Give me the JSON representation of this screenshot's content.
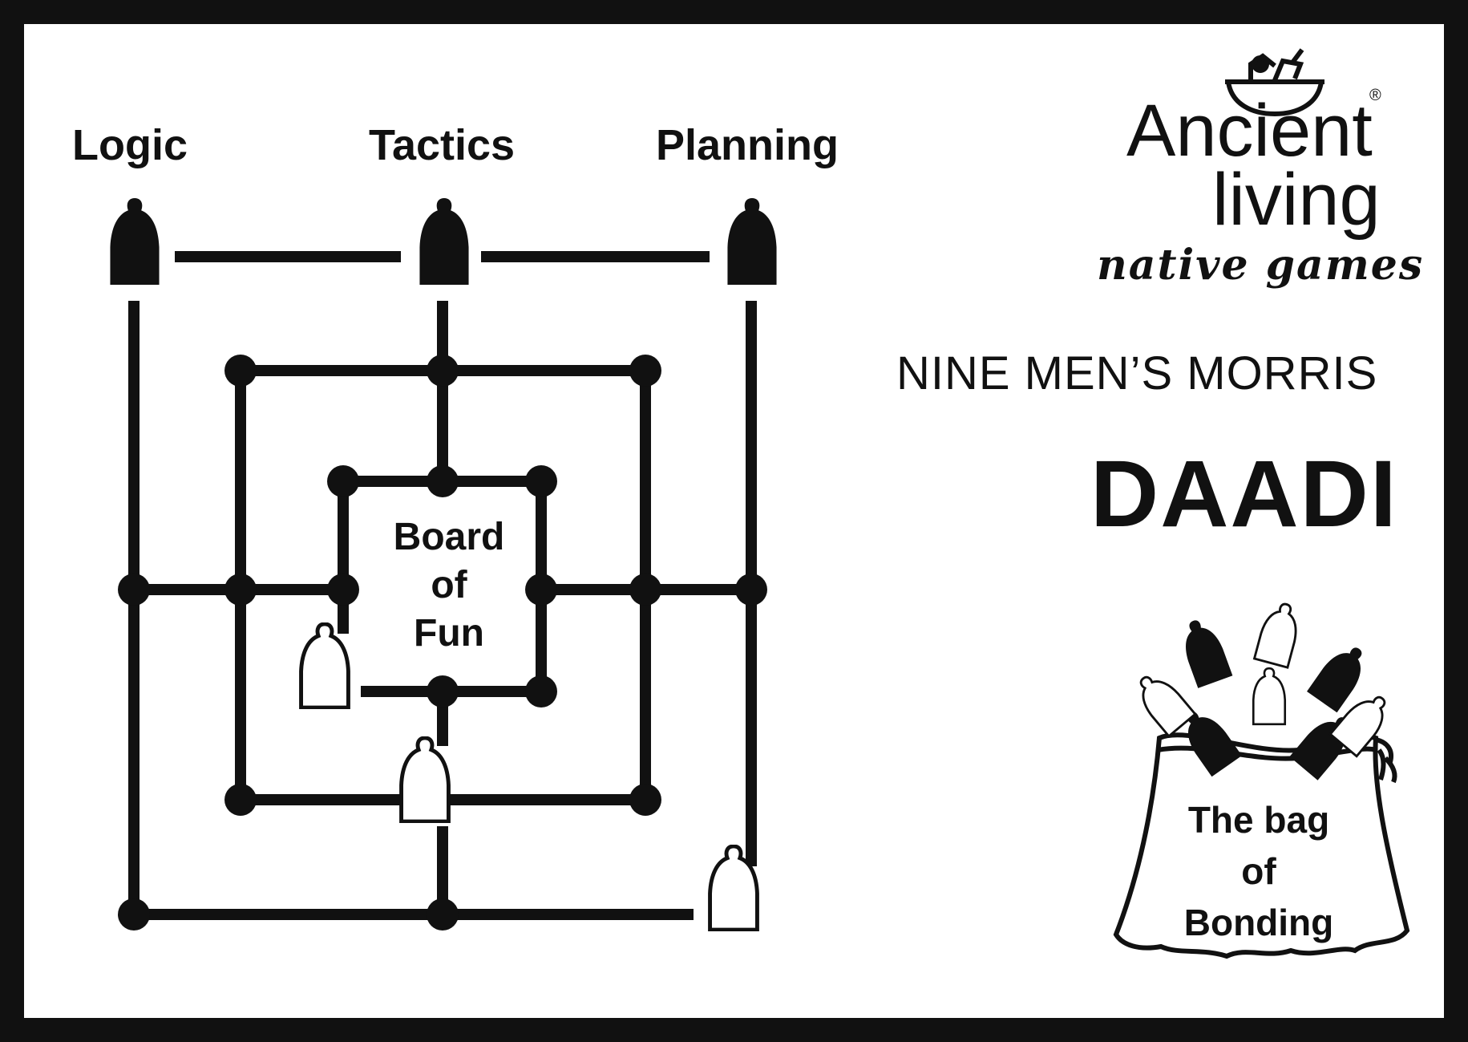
{
  "labels": {
    "logic": "Logic",
    "tactics": "Tactics",
    "planning": "Planning"
  },
  "board": {
    "center_line1": "Board",
    "center_line2": "of",
    "center_line3": "Fun"
  },
  "brand": {
    "ancient": "Ancient",
    "living": "living",
    "native_games": "native games",
    "registered": "®"
  },
  "game": {
    "subtitle": "NINE MEN’S MORRIS",
    "title": "DAADI"
  },
  "bag": {
    "line1": "The bag",
    "line2": "of",
    "line3": "Bonding"
  },
  "colors": {
    "ink": "#111111",
    "paper": "#ffffff"
  }
}
